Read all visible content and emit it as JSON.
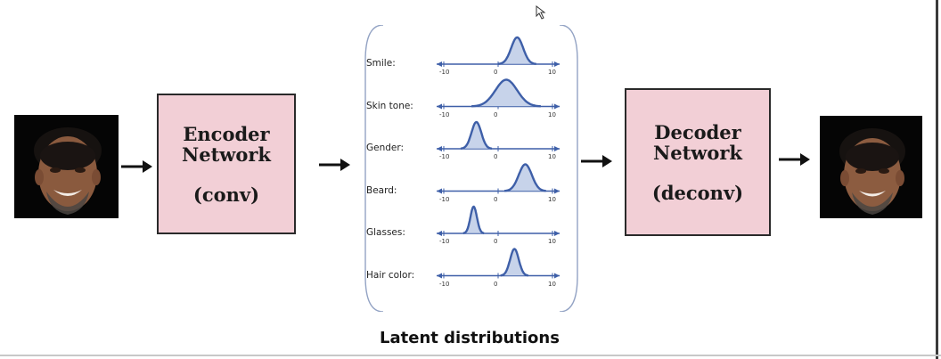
{
  "encoder": {
    "title_line1": "Encoder",
    "title_line2": "Network",
    "subtitle": "(conv)"
  },
  "decoder": {
    "title_line1": "Decoder",
    "title_line2": "Network",
    "subtitle": "(deconv)"
  },
  "latent": {
    "caption": "Latent distributions",
    "x_min": -10,
    "x_max": 10,
    "tick_min_label": "-10",
    "tick_zero_label": "0",
    "tick_max_label": "10",
    "rows": [
      {
        "label": "Smile:",
        "mean": 3.5,
        "sd": 1.1,
        "filled": true
      },
      {
        "label": "Skin tone:",
        "mean": 1.5,
        "sd": 2.0,
        "filled": true
      },
      {
        "label": "Gender:",
        "mean": -4.0,
        "sd": 0.9,
        "filled": true
      },
      {
        "label": "Beard:",
        "mean": 5.0,
        "sd": 1.2,
        "filled": true
      },
      {
        "label": "Glasses:",
        "mean": -4.5,
        "sd": 0.6,
        "filled": true
      },
      {
        "label": "Hair color:",
        "mean": 3.0,
        "sd": 0.8,
        "filled": true
      }
    ]
  },
  "colors": {
    "box_fill": "#f2cfd6",
    "curve": "#3e5fa8",
    "curve_fill": "#c7d3ea",
    "axis": "#3e5fa8"
  },
  "icons": {
    "input_face": "face-photo",
    "output_face": "face-photo",
    "arrow": "right-arrow-icon",
    "cursor": "mouse-cursor-icon"
  }
}
